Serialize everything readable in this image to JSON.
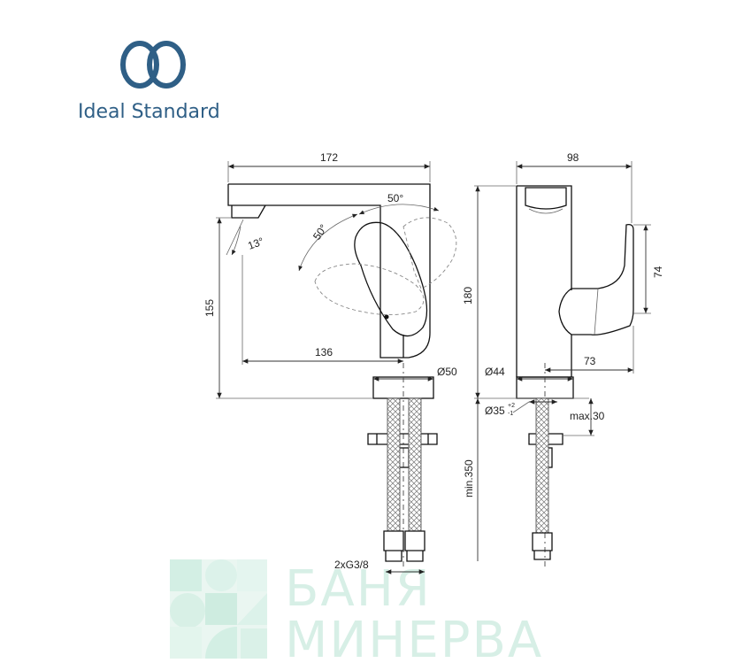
{
  "brand": {
    "name": "Ideal Standard",
    "accent_color": "#2f5f86"
  },
  "watermark": {
    "line1": "БАНЯ",
    "line2": "МИНЕРВА",
    "color": "#d7efe6"
  },
  "front_view": {
    "width_label": "172",
    "height_label": "155",
    "spout_reach_label": "136",
    "base_diameter_label": "Ø50",
    "lever_angle_top_label": "50°",
    "lever_angle_side_label": "50°",
    "aerator_angle_label": "13°",
    "connection_label": "2xG3/8"
  },
  "side_view": {
    "depth_label": "98",
    "height_label": "180",
    "lever_height_label": "74",
    "lever_reach_label": "73",
    "base_diameter_label": "Ø44",
    "hole_diameter_label": "Ø35",
    "hole_tol_plus": "+2",
    "hole_tol_minus": "-1",
    "max_thickness_label": "max.30",
    "min_hose_label": "min.350"
  }
}
